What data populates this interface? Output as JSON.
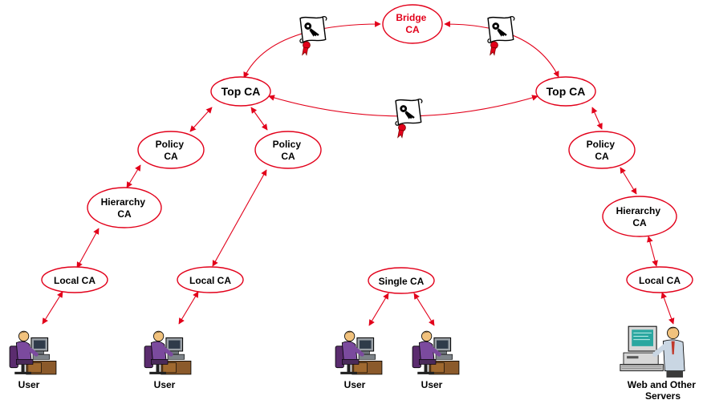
{
  "colors": {
    "accent": "#e2001a",
    "node_text": "#000000",
    "bridge_text": "#e2001a"
  },
  "nodes": {
    "bridge": [
      "Bridge",
      "CA"
    ],
    "top_left": [
      "Top CA"
    ],
    "top_right": [
      "Top CA"
    ],
    "policy_left_1": [
      "Policy",
      "CA"
    ],
    "policy_left_2": [
      "Policy",
      "CA"
    ],
    "policy_right": [
      "Policy",
      "CA"
    ],
    "hierarchy_left": [
      "Hierarchy",
      "CA"
    ],
    "hierarchy_right": [
      "Hierarchy",
      "CA"
    ],
    "local_left_1": [
      "Local CA"
    ],
    "local_left_2": [
      "Local CA"
    ],
    "single": [
      "Single CA"
    ],
    "local_right": [
      "Local CA"
    ]
  },
  "endpoints": {
    "user_1": "User",
    "user_2": "User",
    "user_3": "User",
    "user_4": "User",
    "servers": [
      "Web and Other",
      "Servers"
    ]
  },
  "icons": {
    "certificate": "certificate-key-icon",
    "user": "user-at-computer-icon",
    "server": "server-admin-icon"
  }
}
